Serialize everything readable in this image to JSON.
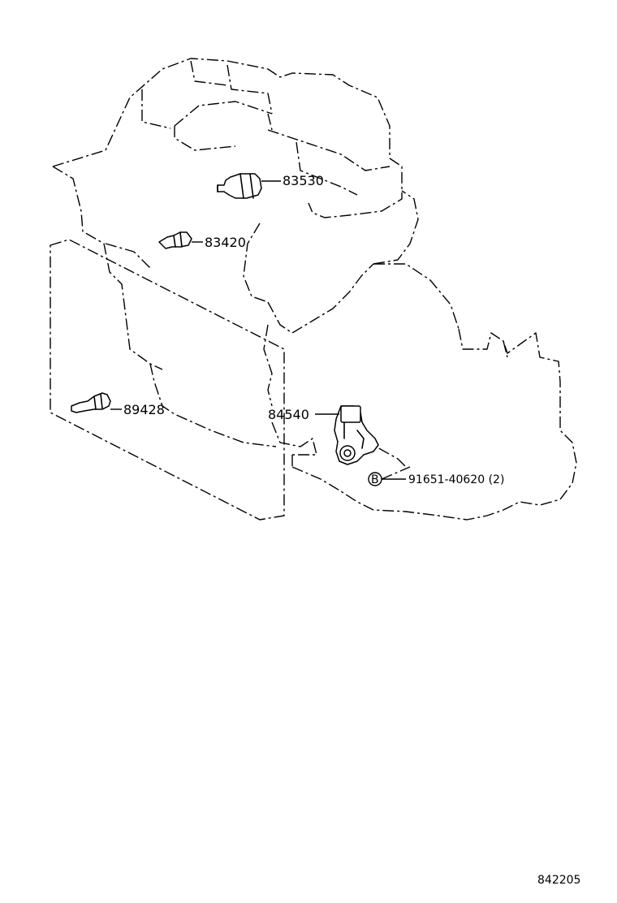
{
  "labels": {
    "p83530": "83530",
    "p83420": "83420",
    "p89428": "89428",
    "p84540": "84540",
    "p91651": "91651-40620 (2)",
    "bolt_marker": "B",
    "illustration_no": "842205"
  }
}
